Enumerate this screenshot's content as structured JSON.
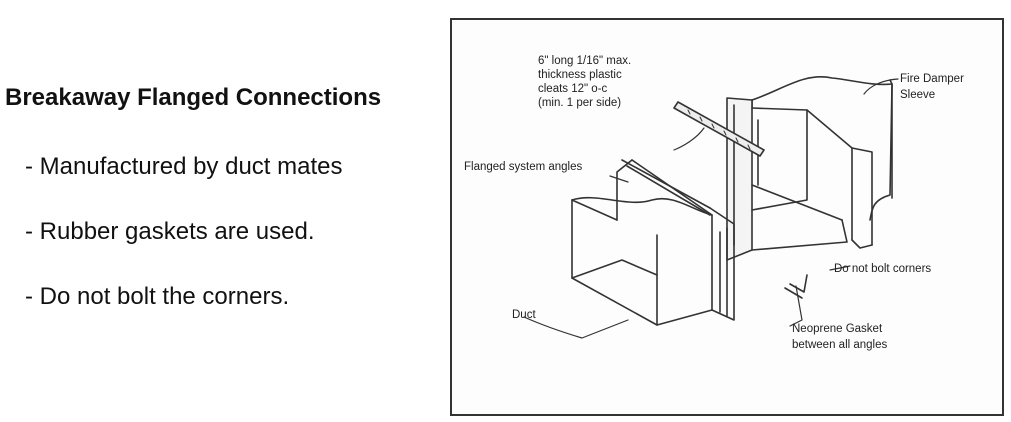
{
  "heading": "Breakaway Flanged Connections",
  "bullets": [
    "- Manufactured by duct mates",
    "- Rubber gaskets are used.",
    "- Do not bolt the corners."
  ],
  "diagram": {
    "cleat_label_line1": "6\" long 1/16\" max.",
    "cleat_label_line2": "thickness plastic",
    "cleat_label_line3": "cleats 12\" o-c",
    "cleat_label_line4": "(min. 1 per side)",
    "damper_label_line1": "Fire Damper",
    "damper_label_line2": "Sleeve",
    "angles_label": "Flanged system angles",
    "corners_label": "Do not bolt corners",
    "duct_label": "Duct",
    "gasket_label_line1": "Neoprene Gasket",
    "gasket_label_line2": "between all angles"
  }
}
